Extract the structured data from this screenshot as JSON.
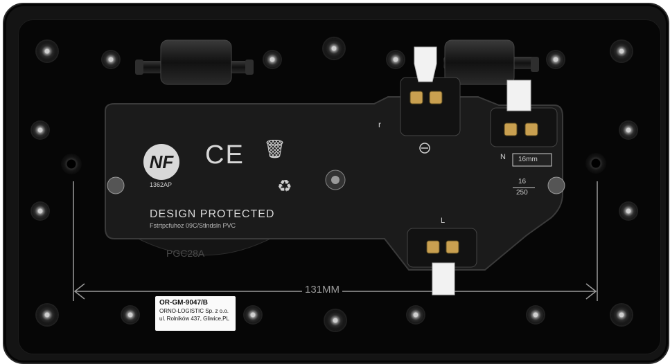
{
  "image": {
    "subject": "Back of a flush-mount electrical outlet module",
    "colors": {
      "plate": "#141414",
      "body": "#1a1a1a",
      "text": "#d0d0d0",
      "tab": "#f2f2f2",
      "contact": "#c9a050"
    }
  },
  "markings": {
    "nf_logo": "NF",
    "nf_code": "1362AP",
    "ce_mark": "CE",
    "design": "DESIGN PROTECTED",
    "wire_types": "Fstrtpcfuhoz 09C/Stlndsln PVC",
    "model_code": "PGC28A",
    "terminal_r": "r",
    "terminal_n": "N",
    "terminal_l": "L",
    "rating_box": "16mm",
    "rating_top": "16",
    "rating_bottom": "250",
    "dimension": "131MM"
  },
  "sticker": {
    "line1": "OR-GM-9047/B",
    "line2": "ORNO-LOGISTIC Sp. z o.o.",
    "line3": "ul. Rolników 437, Gliwice,PL"
  }
}
